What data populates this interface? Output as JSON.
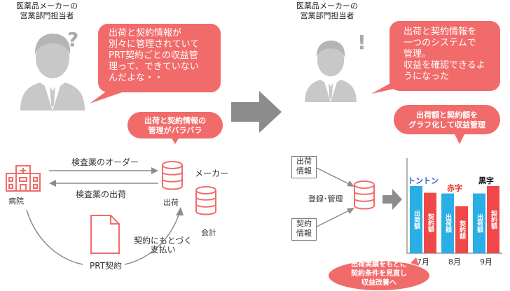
{
  "left": {
    "person_title_line1": "医薬品メーカーの",
    "person_title_line2": "営業部門担当者",
    "question_mark": "?",
    "bubble_lines": [
      "出荷と契約情報が",
      "別々に管理されていて",
      "PRT契約ごとの収益管",
      "理って、できていない",
      "んだよな・・"
    ],
    "pill_lines": [
      "出荷と契約情報の",
      "管理がバラバラ"
    ],
    "order_label": "検査薬のオーダー",
    "shipment_label": "検査薬の出荷",
    "hospital_label": "病院",
    "maker_label": "メーカー",
    "shipping_db_label": "出荷",
    "accounting_db_label": "会計",
    "payment_label_line1": "契約にもとづく",
    "payment_label_line2": "支払い",
    "contract_label": "PRT契約"
  },
  "right": {
    "person_title_line1": "医薬品メーカーの",
    "person_title_line2": "営業部門担当者",
    "exclamation_mark": "!",
    "bubble_lines": [
      "出荷と契約情報を",
      "一つのシステムで",
      "管理。",
      "収益を確認できるよ",
      "うになった"
    ],
    "pill_lines": [
      "出荷額と契約額を",
      "グラフ化して収益管理"
    ],
    "shipping_info_lines": [
      "出荷",
      "情報"
    ],
    "contract_info_lines": [
      "契約",
      "情報"
    ],
    "register_label": "登録･管理",
    "bottom_pill_lines": [
      "出荷実績をもとに",
      "契約条件を見直し",
      "収益改善へ"
    ]
  },
  "colors": {
    "salmon": "#f26b6b",
    "blue": "#29aee6",
    "red": "#f04848",
    "grey_person": "#c8c8c8",
    "arrow": "#8c8c8c"
  },
  "chart_data": {
    "type": "bar",
    "categories": [
      "7月",
      "8月",
      "9月"
    ],
    "series": [
      {
        "name": "出荷額",
        "values": [
          1.0,
          0.89,
          0.89
        ]
      },
      {
        "name": "契約額",
        "values": [
          0.9,
          0.7,
          1.0
        ]
      }
    ],
    "annotations": [
      {
        "category": "7月",
        "text": "トントン",
        "color": "#2a5fc8"
      },
      {
        "category": "8月",
        "text": "赤字",
        "color": "#e8332a"
      },
      {
        "category": "9月",
        "text": "黒字",
        "color": "#111111"
      }
    ],
    "bar_labels": [
      "出荷額",
      "契約額"
    ]
  }
}
